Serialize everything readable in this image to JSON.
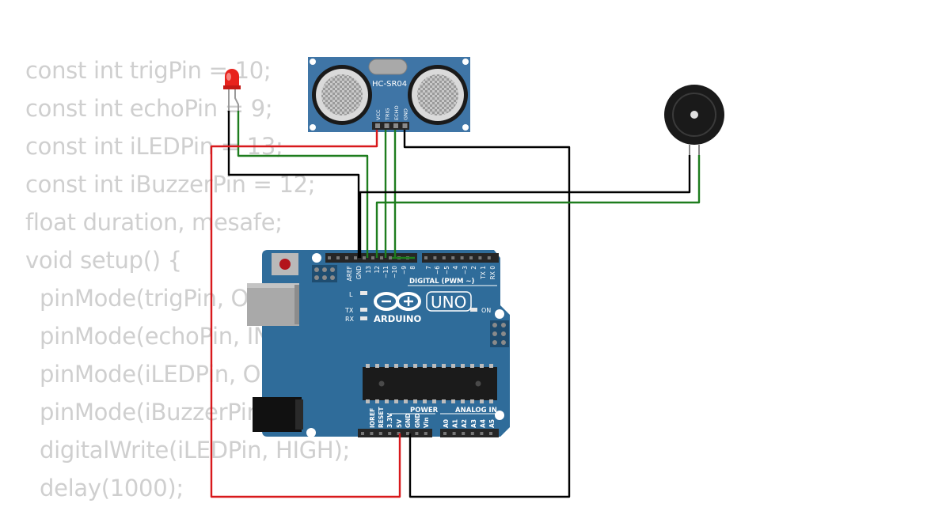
{
  "code_lines": [
    "const int trigPin = 10;",
    "const int echoPin = 9;",
    "const int iLEDPin = 13;",
    "const int iBuzzerPin = 12;",
    "float duration, mesafe;",
    "void setup() {",
    "pinMode(trigPin, OUTPUT);",
    "pinMode(echoPin, INPUT);",
    "pinMode(iLEDPin, OUTPUT);",
    "pinMode(iBuzzerPin, OUTPUT);",
    "digitalWrite(iLEDPin, HIGH);",
    "delay(1000);"
  ],
  "sensor": {
    "name": "HC-SR04",
    "pins": [
      "VCC",
      "TRIG",
      "ECHO",
      "GND"
    ]
  },
  "arduino": {
    "brand": "ARDUINO",
    "model": "UNO",
    "digital_label": "DIGITAL (PWM ~)",
    "power_label": "POWER",
    "analog_label": "ANALOG IN",
    "on_label": "ON",
    "led_l": "L",
    "led_tx": "TX",
    "led_rx": "RX",
    "top_pins": [
      "AREF",
      "GND",
      "13",
      "12",
      "~11",
      "~10",
      "~9",
      "8",
      "7",
      "~6",
      "~5",
      "4",
      "~3",
      "2",
      "TX 1",
      "RX 0"
    ],
    "power_pins": [
      "IOREF",
      "RESET",
      "3.3V",
      "5V",
      "GND",
      "GND",
      "Vin"
    ],
    "analog_pins": [
      "A0",
      "A1",
      "A2",
      "A3",
      "A4",
      "A5"
    ]
  },
  "colors": {
    "board": "#2f6c9a",
    "sensor": "#3f75a6",
    "wire_black": "#000000",
    "wire_green": "#1e7d1e",
    "wire_red": "#d8191c",
    "led_red": "#e8231d"
  }
}
